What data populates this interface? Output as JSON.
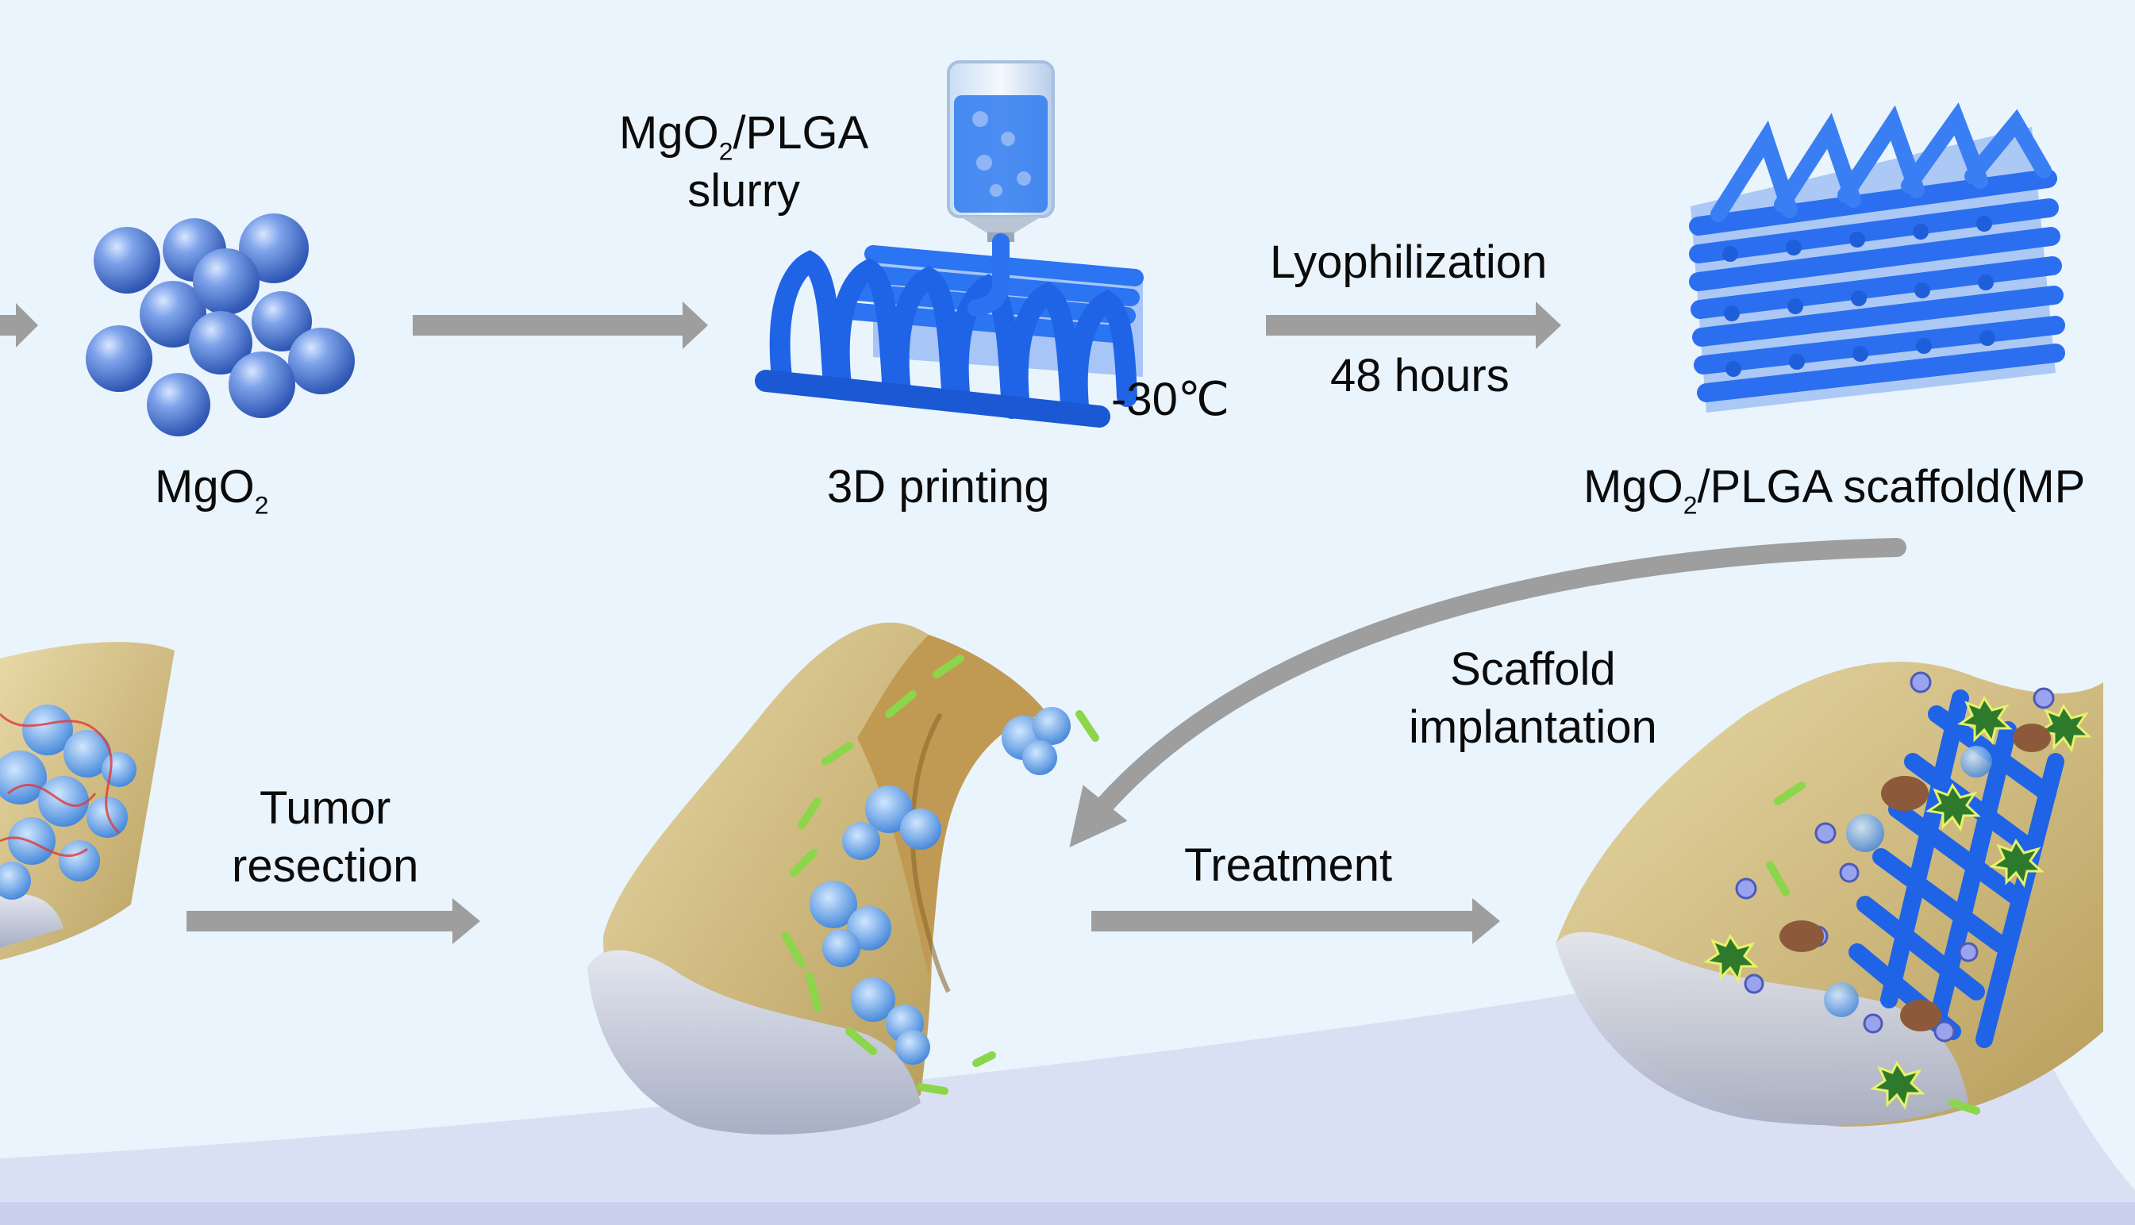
{
  "labels": {
    "mgo2": {
      "pre": "MgO",
      "sub": "2",
      "post": ""
    },
    "slurry": {
      "pre": "MgO",
      "sub": "2",
      "post": "/PLGA",
      "line2": "slurry"
    },
    "printing": "3D printing",
    "temperature": "-30℃",
    "lyophilization": "Lyophilization",
    "hours": "48 hours",
    "scaffold": {
      "pre": "MgO",
      "sub": "2",
      "post": "/PLGA scaffold(MP"
    },
    "implantation": {
      "line1": "Scaffold",
      "line2": "implantation"
    },
    "resection": {
      "line1": "Tumor",
      "line2": "resection"
    },
    "treatment": "Treatment"
  },
  "colors": {
    "background": "#eaf4fc",
    "arrow": "#9e9e9e",
    "scaffold_blue": "#1f63e6",
    "sphere_blue": "#5a86d8",
    "bone": "#d9c48f",
    "cartilage": "#c9cfdf",
    "bacteria": "#8bd64a",
    "tumor_cell": "#6aa8ec"
  }
}
